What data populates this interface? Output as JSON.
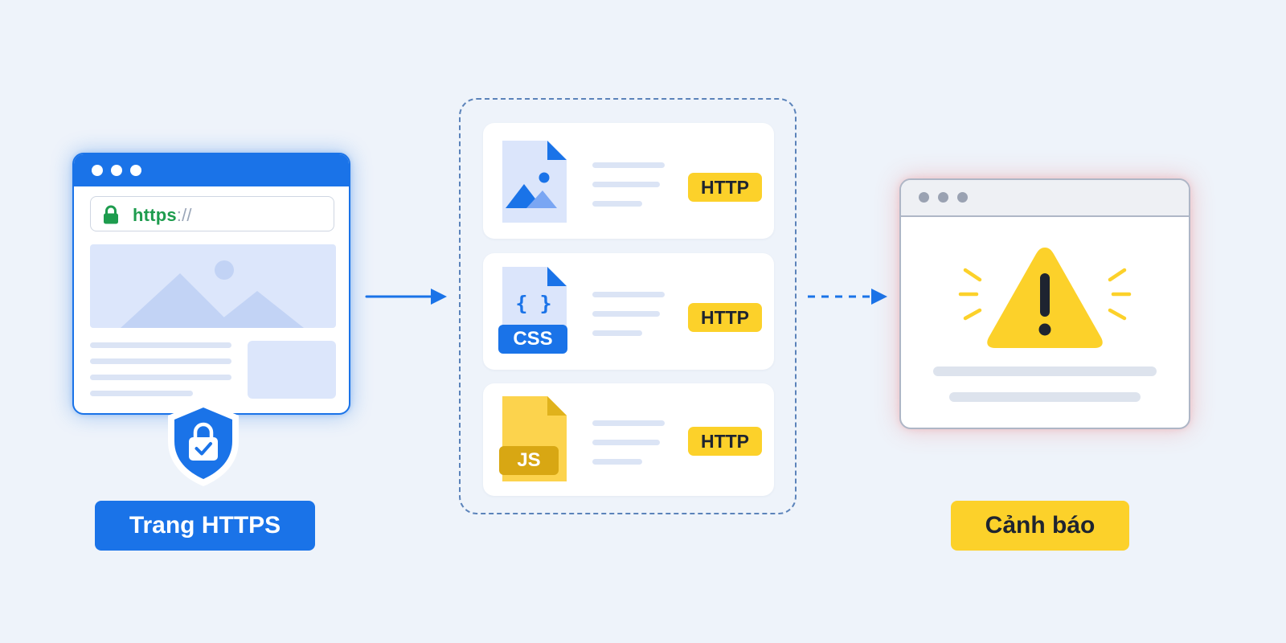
{
  "https_page": {
    "url_scheme": "https",
    "url_separator": "://",
    "label": "Trang HTTPS"
  },
  "resources": {
    "items": [
      {
        "kind": "image-file-icon",
        "badge": "HTTP"
      },
      {
        "kind": "css-file-icon",
        "type_label": "CSS",
        "glyph": "{ }",
        "badge": "HTTP"
      },
      {
        "kind": "js-file-icon",
        "type_label": "JS",
        "badge": "HTTP"
      }
    ]
  },
  "warning_page": {
    "label": "Cảnh báo"
  },
  "colors": {
    "background": "#eef3fa",
    "secure_blue": "#1a73e8",
    "secure_green": "#1e9c4e",
    "http_yellow": "#fcd12a",
    "js_gold": "#d8a713",
    "warning_glow": "#f05a5a",
    "card": "#ffffff"
  },
  "icons": {
    "lock": "lock-icon",
    "shield": "shield-lock-check-icon",
    "arrow_solid": "arrow-right-icon",
    "arrow_dashed": "dashed-arrow-right-icon",
    "warning": "warning-triangle-icon"
  }
}
